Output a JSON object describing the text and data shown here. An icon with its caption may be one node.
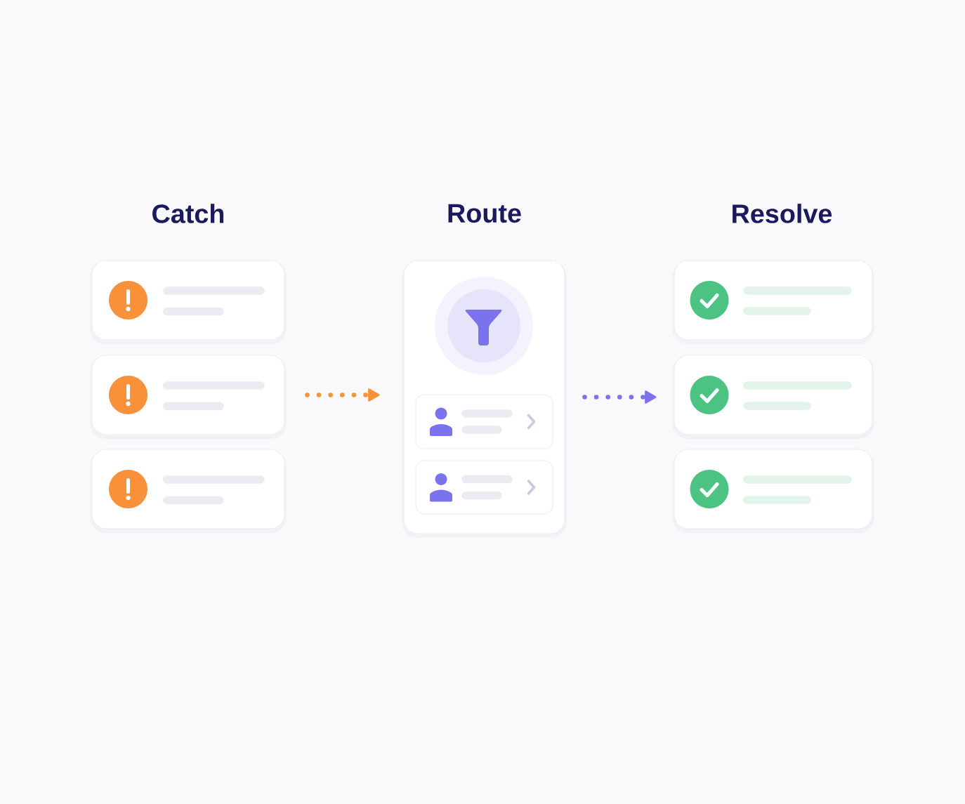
{
  "diagram": {
    "nodes": [
      {
        "text": [],
        "shape": "box"
      },
      {
        "text": [],
        "shape": "box"
      },
      {
        "text": [],
        "shape": "box"
      },
      {
        "text": [
          "Route"
        ]
      },
      {
        "text": [],
        "shape": "box",
        "in": 3
      },
      {
        "text": [],
        "shape": "box",
        "in": 3
      },
      {
        "text": [],
        "shape": "box"
      },
      {
        "text": [],
        "shape": "box"
      },
      {
        "text": [],
        "shape": "box"
      }
    ],
    "edges": [
      {
        "from": 1,
        "to": 3,
        "arrow": "to",
        "color": "#f8913a"
      },
      {
        "from": 3,
        "to": 7,
        "arrow": "to",
        "color": "#7b72ee"
      }
    ],
    "labels": [
      "Catch",
      "Resolve"
    ]
  }
}
